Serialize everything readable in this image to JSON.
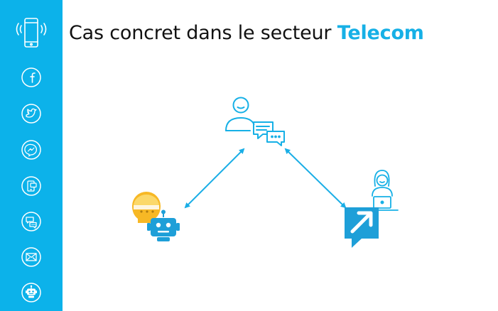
{
  "title": {
    "prefix": "Cas concret dans le secteur",
    "highlight": "Telecom"
  },
  "colors": {
    "sidebar": "#0cb2ea",
    "accent": "#16b0e6",
    "bot_head": "#f7b825",
    "line": "#1aaee6"
  },
  "sidebar_icons": [
    "phone-vibrate-icon",
    "facebook-icon",
    "twitter-icon",
    "messenger-icon",
    "sms-icon",
    "chat-bubbles-icon",
    "email-icon",
    "bot-icon"
  ],
  "diagram": {
    "nodes": [
      "customer-chat-icon",
      "chatbot-icon",
      "human-agent-icon",
      "escalation-icon"
    ],
    "links": [
      "customer-chatbot",
      "customer-agent"
    ]
  }
}
